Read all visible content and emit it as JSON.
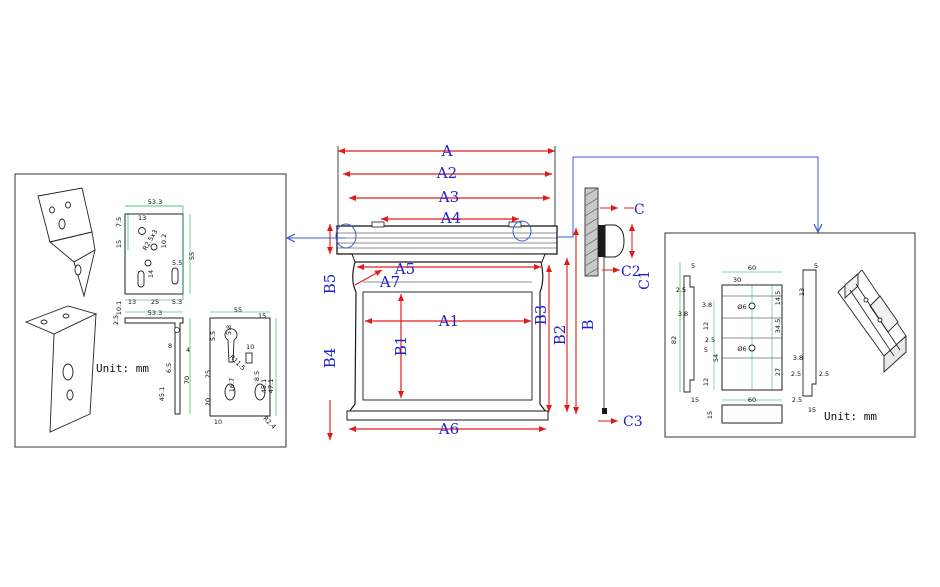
{
  "colors": {
    "dim_red": "#e31a1a",
    "label_blue": "#1f22c8",
    "dim_green": "#12b04a",
    "line_dark": "#1a1a1a",
    "callout_blue": "#3b5bd6"
  },
  "main_labels": {
    "A": "A",
    "A1": "A1",
    "A2": "A2",
    "A3": "A3",
    "A4": "A4",
    "A5": "A5",
    "A6": "A6",
    "A7": "A7",
    "B": "B",
    "B1": "B1",
    "B2": "B2",
    "B3": "B3",
    "B4": "B4",
    "B5": "B5",
    "C": "C",
    "C1": "C1",
    "C2": "C2",
    "C3": "C3"
  },
  "left_panel": {
    "unit_label": "Unit: mm",
    "top_bracket": {
      "width": "53.3",
      "d13": "13",
      "d7_5": "7.5",
      "d15": "15",
      "d10_2": "10.2",
      "slot_r": "R2.5x3",
      "d5_5": "5.5",
      "d55": "55",
      "d14": "14",
      "d10_1": "10.1",
      "b13": "13",
      "b25": "25",
      "b5_3": "5.3"
    },
    "side_bracket": {
      "width": "53.3",
      "t2_5": "2.5",
      "d8": "8",
      "d4": "4",
      "d6_5": "6.5",
      "d70": "70",
      "d45_1": "45.1"
    },
    "front_bracket": {
      "width": "55",
      "d15": "15",
      "d5_5": "5.5",
      "d5_8": "5.8",
      "d10": "10",
      "r11_5": "R11.5",
      "d16_7": "16.7",
      "d25": "25",
      "d20": "20",
      "d8_5": "8.5",
      "d45_1": "45.1",
      "d47_1": "47.1",
      "b10": "10",
      "r2_4": "R2.4"
    }
  },
  "right_panel": {
    "unit_label": "Unit: mm",
    "left_view": {
      "d5": "5",
      "d2_5": "2.5",
      "d3_8": "3.8",
      "d82": "82",
      "d15": "15"
    },
    "main_view": {
      "w60": "60",
      "d30": "30",
      "d3_8": "3.8",
      "hole": "Ø6",
      "d14_5": "14.5",
      "d12a": "12",
      "d2_5": "2.5",
      "d5": "5",
      "d54": "54",
      "d34_5": "34.5",
      "d12b": "12",
      "d27": "27"
    },
    "right_view": {
      "d5": "5",
      "d13": "13",
      "d3_8": "3.8",
      "d2_5a": "2.5",
      "d2_5b": "2.5",
      "d2_5c": "2.5",
      "d15": "15"
    },
    "bottom_view": {
      "w60": "60",
      "d15": "15"
    }
  }
}
